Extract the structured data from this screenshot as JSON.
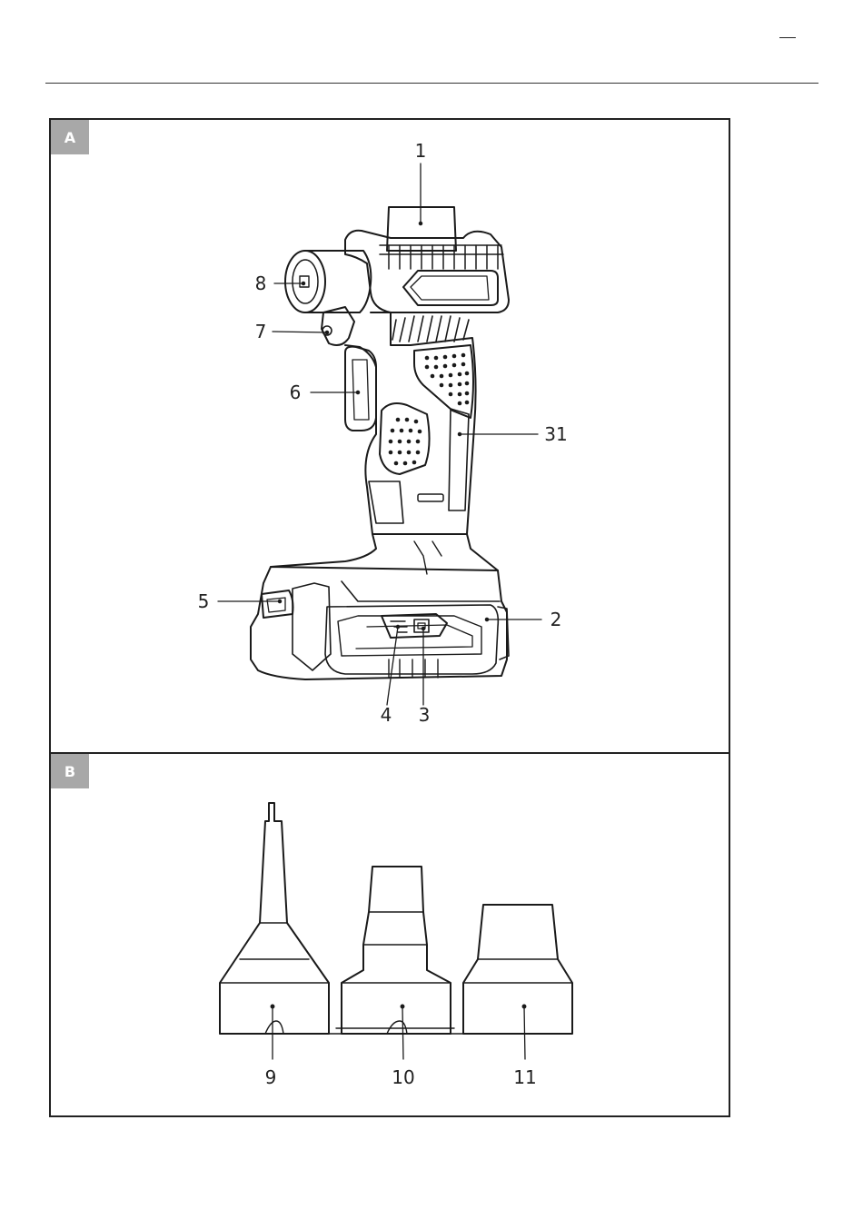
{
  "page_marker": "—",
  "figure_a": {
    "tag": "A",
    "callouts": {
      "c1": "1",
      "c2": "2",
      "c3": "3",
      "c4": "4",
      "c5": "5",
      "c6": "6",
      "c7": "7",
      "c8": "8",
      "c31": "31"
    }
  },
  "figure_b": {
    "tag": "B",
    "callouts": {
      "c9": "9",
      "c10": "10",
      "c11": "11"
    }
  }
}
